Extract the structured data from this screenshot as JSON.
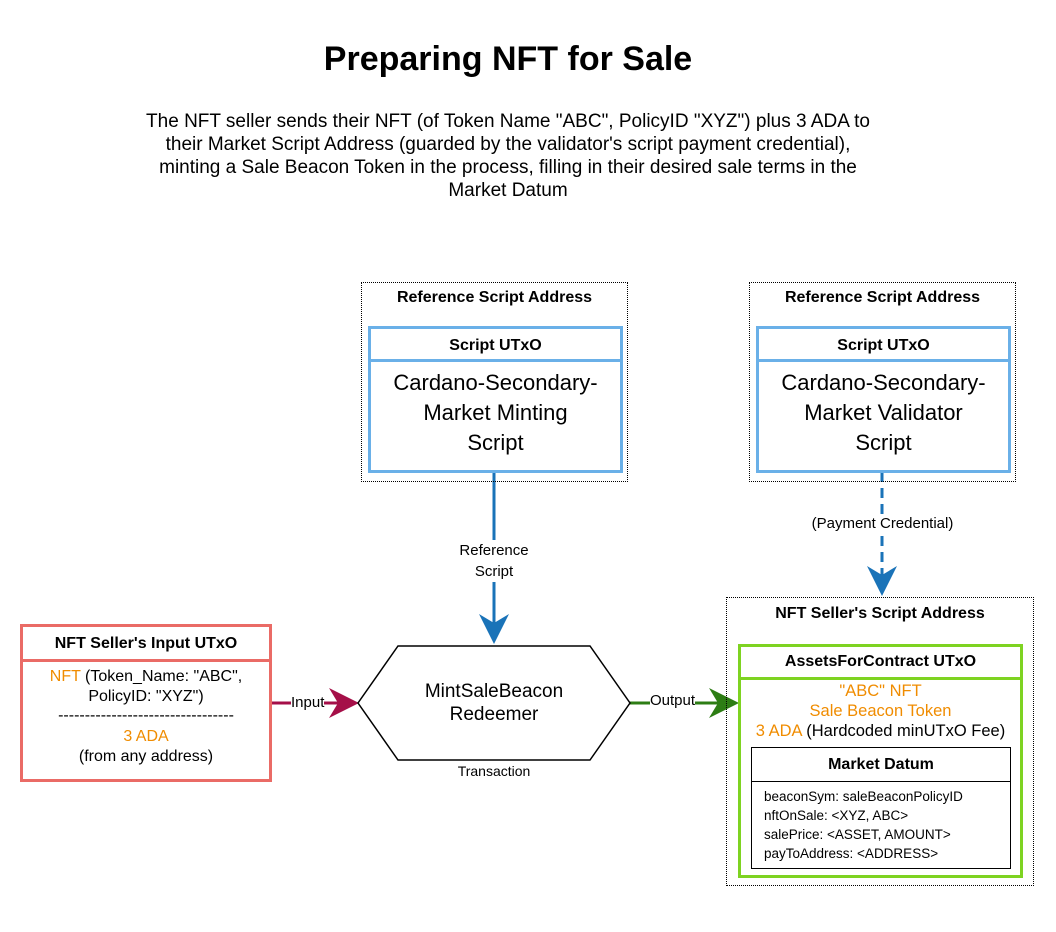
{
  "title": "Preparing NFT for Sale",
  "description": "The NFT seller sends their NFT (of Token Name \"ABC\", PolicyID \"XYZ\") plus 3 ADA to their Market Script Address (guarded by the validator's script payment credential), minting a Sale Beacon Token in the process, filling in their desired sale terms in the Market Datum",
  "ref_left": {
    "container": "Reference Script Address",
    "box_title": "Script UTxO",
    "line1": "Cardano-Secondary-",
    "line2": "Market Minting",
    "line3": "Script"
  },
  "ref_right": {
    "container": "Reference Script Address",
    "box_title": "Script UTxO",
    "line1": "Cardano-Secondary-",
    "line2": "Market Validator",
    "line3": "Script"
  },
  "input_utxo": {
    "title": "NFT Seller's Input UTxO",
    "nft_word": "NFT",
    "nft_rest": " (Token_Name: \"ABC\",",
    "policy": "PolicyID: \"XYZ\")",
    "divider": "---------------------------------",
    "ada": "3 ADA",
    "from": "(from any address)"
  },
  "transaction": {
    "line1": "MintSaleBeacon",
    "line2": "Redeemer",
    "caption": "Transaction"
  },
  "edges": {
    "input": "Input",
    "output": "Output",
    "reference_1": "Reference",
    "reference_2": "Script",
    "payment_credential": "(Payment Credential)"
  },
  "seller_script": {
    "container": "NFT Seller's Script Address",
    "box_title": "AssetsForContract UTxO",
    "asset1": "\"ABC\" NFT",
    "asset2": "Sale Beacon Token",
    "ada": "3 ADA",
    "ada_note": " (Hardcoded minUTxO Fee)",
    "datum_title": "Market Datum",
    "datum_lines": [
      "beaconSym: saleBeaconPolicyID",
      "nftOnSale: <XYZ, ABC>",
      "salePrice: <ASSET, AMOUNT>",
      "payToAddress: <ADDRESS>"
    ]
  },
  "colors": {
    "blue_border": "#6ab0e8",
    "blue_arrow": "#1a73b8",
    "red_border": "#ea6b66",
    "red_arrow": "#a50f48",
    "green_border": "#7ed321",
    "green_arrow": "#2d7d14",
    "orange_text": "#f08c00"
  }
}
